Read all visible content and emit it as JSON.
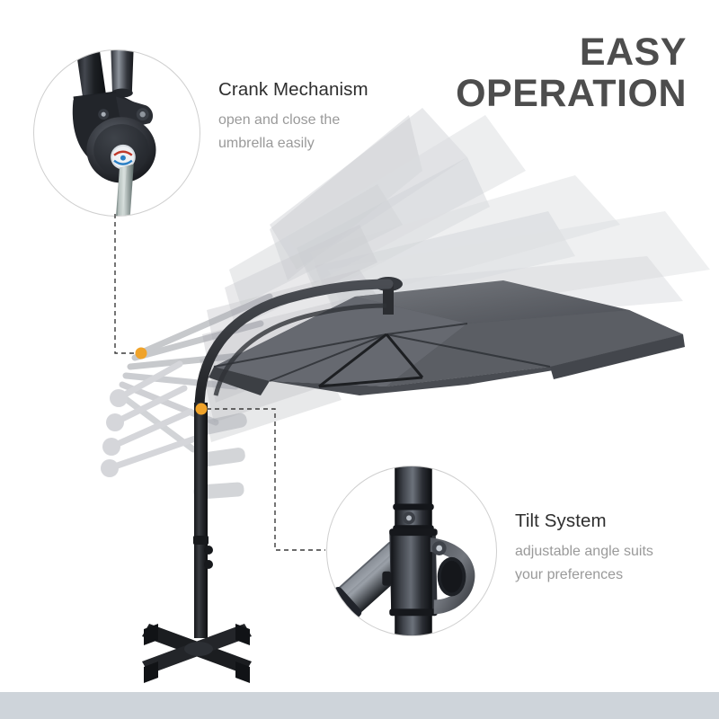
{
  "headline": {
    "line1": "EASY",
    "line2": "OPERATION",
    "color": "#4d4d4d"
  },
  "features": [
    {
      "key": "crank",
      "title": "Crank Mechanism",
      "desc_line1": "open and close the",
      "desc_line2": "umbrella  easily",
      "callout_icon": "crank-mechanism-photo"
    },
    {
      "key": "tilt",
      "title": "Tilt System",
      "desc_line1": "adjustable angle suits",
      "desc_line2": "your preferences",
      "callout_icon": "tilt-joint-photo"
    }
  ],
  "product": {
    "name": "cantilever-patio-umbrella",
    "canopy_color": "#5b5e64",
    "frame_color": "#2b2d31",
    "ghost_color": "#b9bcc2",
    "marker_color": "#f0a32a",
    "base_type": "cross-base"
  },
  "decor": {
    "leader_line_color": "#3a3a3a",
    "circle_stroke": "#cfcfcf",
    "bottom_band_color": "#ced4da",
    "background": "#ffffff"
  }
}
